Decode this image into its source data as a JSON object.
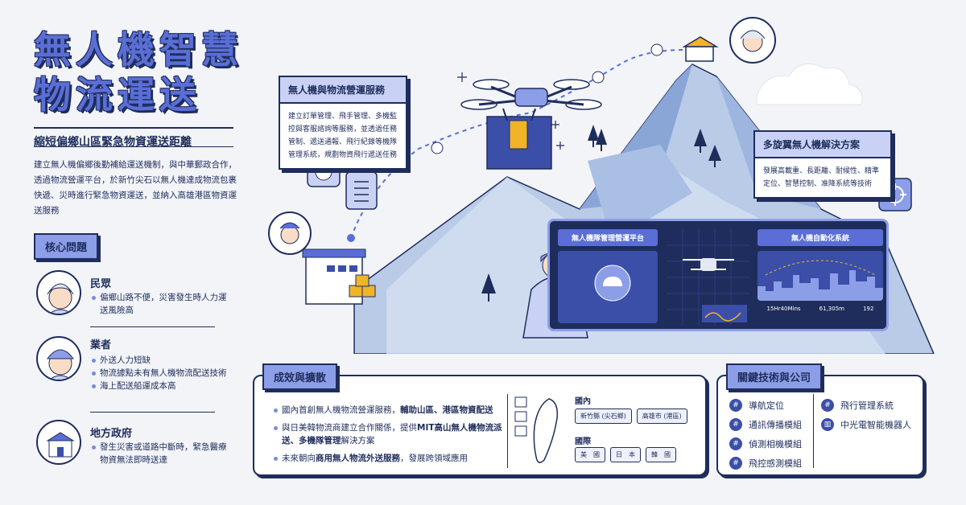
{
  "header": {
    "title_line1": "無人機智慧",
    "title_line2": "物流運送",
    "subtitle": "縮短偏鄉山區緊急物資運送距離",
    "intro": "建立無人機偏鄉後勤補給運送機制，與中華郵政合作，透過物流營運平台，於新竹尖石以無人機達成物流包裹快遞、災時進行緊急物資運送，並納入高雄港區物資運送服務"
  },
  "issues": {
    "tag": "核心問題",
    "groups": [
      {
        "title": "民眾",
        "icon": "elder-avatar",
        "bullets": [
          "偏鄉山路不便，災害發生時人力運送風險高"
        ]
      },
      {
        "title": "業者",
        "icon": "worker-avatar",
        "bullets": [
          "外送人力短缺",
          "物流據點未有無人機物流配送技術",
          "海上配送船運成本高"
        ]
      },
      {
        "title": "地方政府",
        "icon": "government-building-icon",
        "bullets": [
          "發生災害或道路中斷時，緊急醫療物資無法即時送達"
        ]
      }
    ]
  },
  "callout_platform": {
    "title": "無人機與物流營運服務",
    "body": "建立訂單管理、飛手管理、多機監控與客服諮詢等服務，並透過任務管制、遞送通報、飛行紀錄等機隊管理系統，規劃物資飛行遞送任務"
  },
  "callout_multirotor": {
    "title": "多旋翼無人機解決方案",
    "body": "發展高載重、長距離、耐候性、精準定位、智慧控制、准降系統等技術"
  },
  "screen": {
    "left_title": "無人機隊管理營運平台",
    "right_title": "無人機自動化系統",
    "stats": [
      "15Hr40Mins",
      "61,305m",
      "192"
    ]
  },
  "results": {
    "tag": "成效與擴散",
    "bullets": [
      {
        "pre": "國內首創無人機物流營運服務，",
        "bold": "輔助山區、港區物資配送",
        "post": ""
      },
      {
        "pre": "與日美韓物流商建立合作關係，提供",
        "bold": "MIT高山無人機物流派送、多機隊管理",
        "post": "解決方案"
      },
      {
        "pre": "未來朝向",
        "bold": "商用無人物流外送服務",
        "post": "，發展跨領域應用"
      }
    ],
    "domestic_label": "國內",
    "domestic": [
      "新竹縣 (尖石鄉)",
      "高雄市 (港區)"
    ],
    "intl_label": "國際",
    "intl": [
      "美　國",
      "日　本",
      "韓　國"
    ]
  },
  "tech": {
    "tag": "關鍵技術與公司",
    "left": [
      "導航定位",
      "通訊傳播模組",
      "偵測相機模組",
      "飛控感測模組"
    ],
    "right": [
      "飛行管理系統",
      "中光電智能機器人"
    ]
  },
  "colors": {
    "navy": "#1f2d5c",
    "accent": "#5a6ed6",
    "mountain": "#b9cbe6"
  }
}
